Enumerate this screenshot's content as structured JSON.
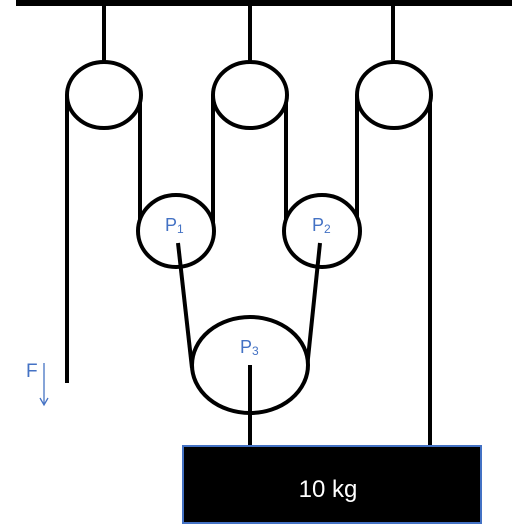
{
  "labels": {
    "pulley_1": [
      "P",
      "1"
    ],
    "pulley_2": [
      "P",
      "2"
    ],
    "pulley_3": [
      "P",
      "3"
    ],
    "force": "F",
    "mass": "10 kg"
  },
  "colors": {
    "label": "#4472c4",
    "rope": "#000000",
    "mass_fill": "#000000",
    "mass_border": "#4472c4",
    "mass_text": "#ffffff"
  }
}
